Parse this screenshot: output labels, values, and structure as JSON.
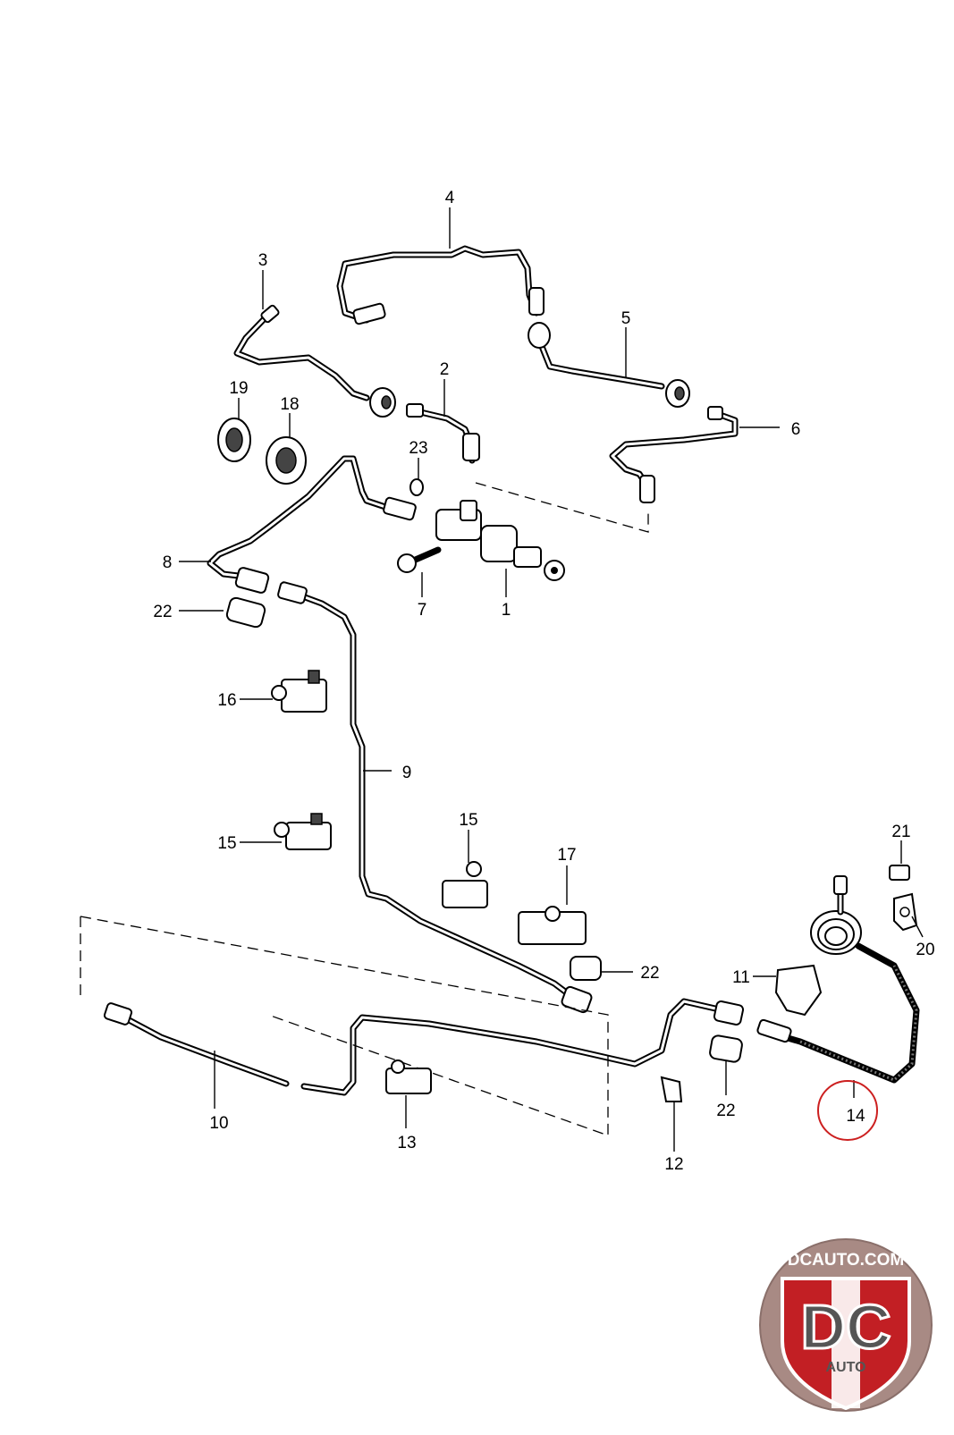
{
  "callouts": [
    {
      "id": "c1",
      "text": "1"
    },
    {
      "id": "c2",
      "text": "2"
    },
    {
      "id": "c3",
      "text": "3"
    },
    {
      "id": "c4",
      "text": "4"
    },
    {
      "id": "c5",
      "text": "5"
    },
    {
      "id": "c6",
      "text": "6"
    },
    {
      "id": "c7",
      "text": "7"
    },
    {
      "id": "c8",
      "text": "8"
    },
    {
      "id": "c9",
      "text": "9"
    },
    {
      "id": "c10",
      "text": "10"
    },
    {
      "id": "c11",
      "text": "11"
    },
    {
      "id": "c12",
      "text": "12"
    },
    {
      "id": "c13",
      "text": "13"
    },
    {
      "id": "c14",
      "text": "14"
    },
    {
      "id": "c15a",
      "text": "15"
    },
    {
      "id": "c15b",
      "text": "15"
    },
    {
      "id": "c16",
      "text": "16"
    },
    {
      "id": "c17",
      "text": "17"
    },
    {
      "id": "c18",
      "text": "18"
    },
    {
      "id": "c19",
      "text": "19"
    },
    {
      "id": "c20",
      "text": "20"
    },
    {
      "id": "c21",
      "text": "21"
    },
    {
      "id": "c22a",
      "text": "22"
    },
    {
      "id": "c22b",
      "text": "22"
    },
    {
      "id": "c22c",
      "text": "22"
    },
    {
      "id": "c23",
      "text": "23"
    }
  ],
  "highlight": {
    "part": "14",
    "color": "#cc1f1f"
  },
  "logo": {
    "url_text": "DCAUTO.COM",
    "big_text": "DC",
    "sub_text": "AUTO",
    "colors": {
      "red": "#c21f24",
      "badge_bg": "#a88a84",
      "white": "#ffffff"
    }
  }
}
